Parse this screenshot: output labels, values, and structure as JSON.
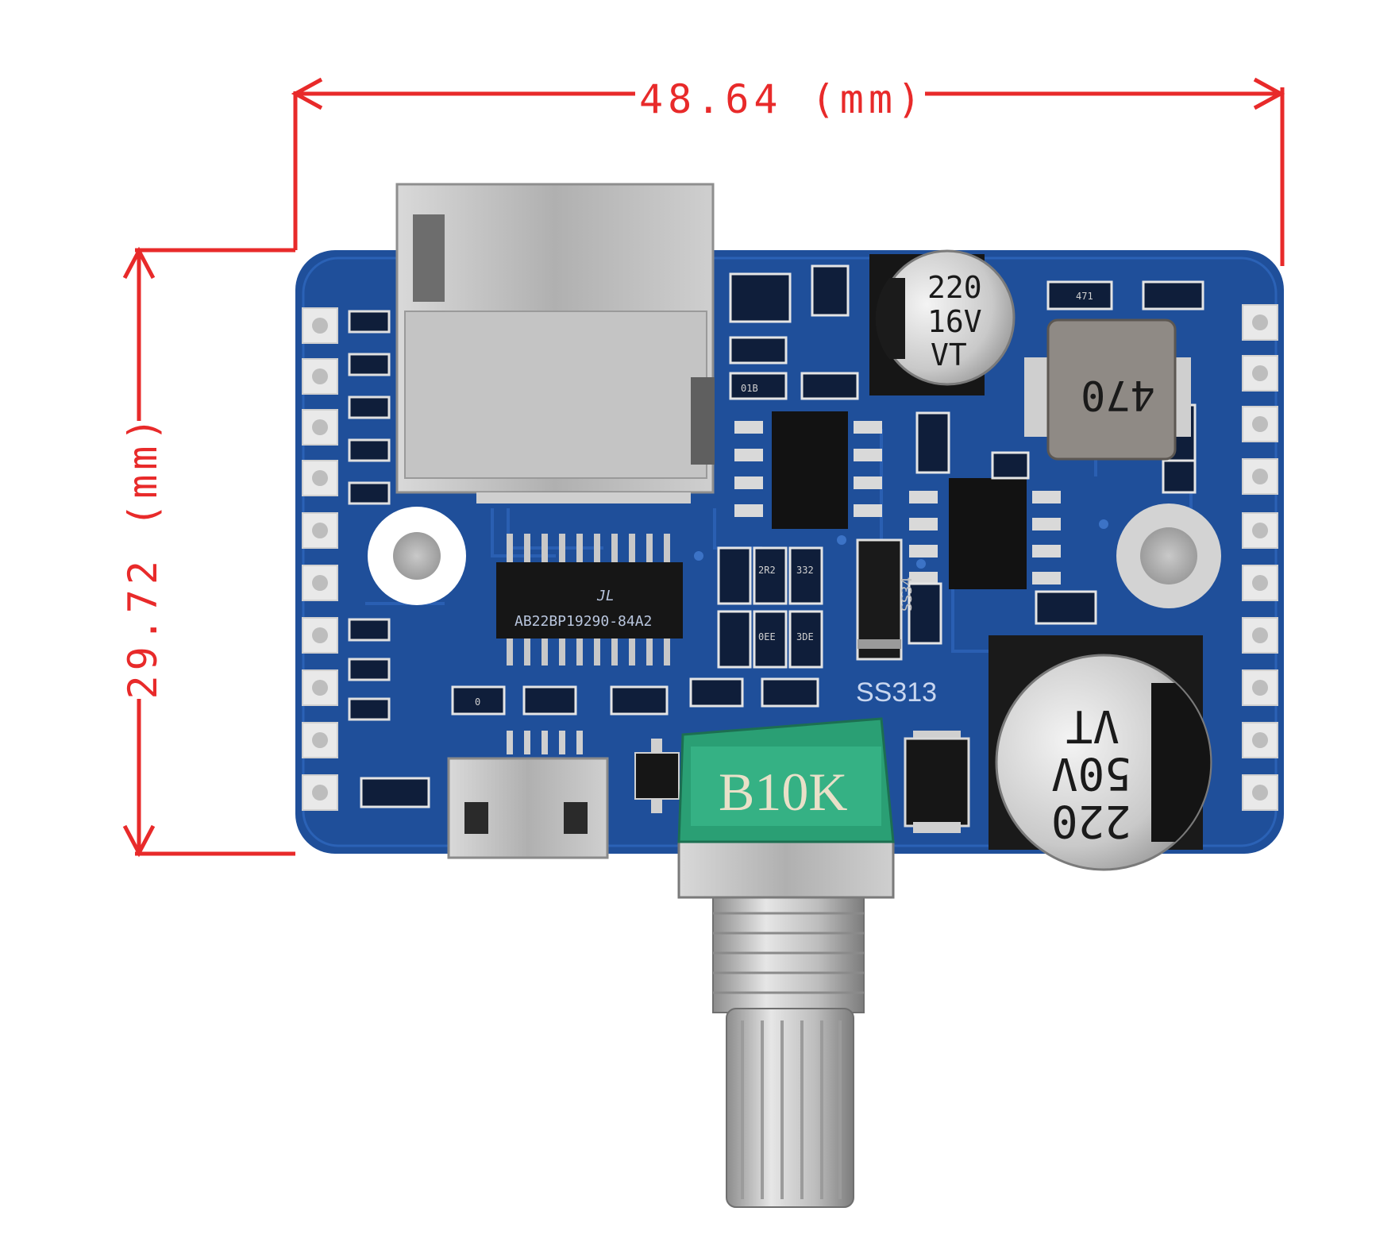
{
  "dimensions": {
    "width_label": "48.64 (mm)",
    "height_label": "29.72 (mm)",
    "line_color": "#e82a2a"
  },
  "board": {
    "pcb_color": "#1f4f9a",
    "pot_label": "B10K",
    "diode_label": "SS313",
    "diode_body_label": "SS34",
    "cap_small": {
      "line1": "220",
      "line2": "16V",
      "line3": "VT"
    },
    "cap_large": {
      "line1": "220",
      "line2": "50V",
      "line3": "VT"
    },
    "inductor_label": "470",
    "chip_main_label": "AB22BP19290-84A2",
    "chip_logo": "JL",
    "smd_labels": [
      "01B",
      "2R2",
      "332",
      "0EE",
      "3DE",
      "471",
      "0"
    ]
  }
}
